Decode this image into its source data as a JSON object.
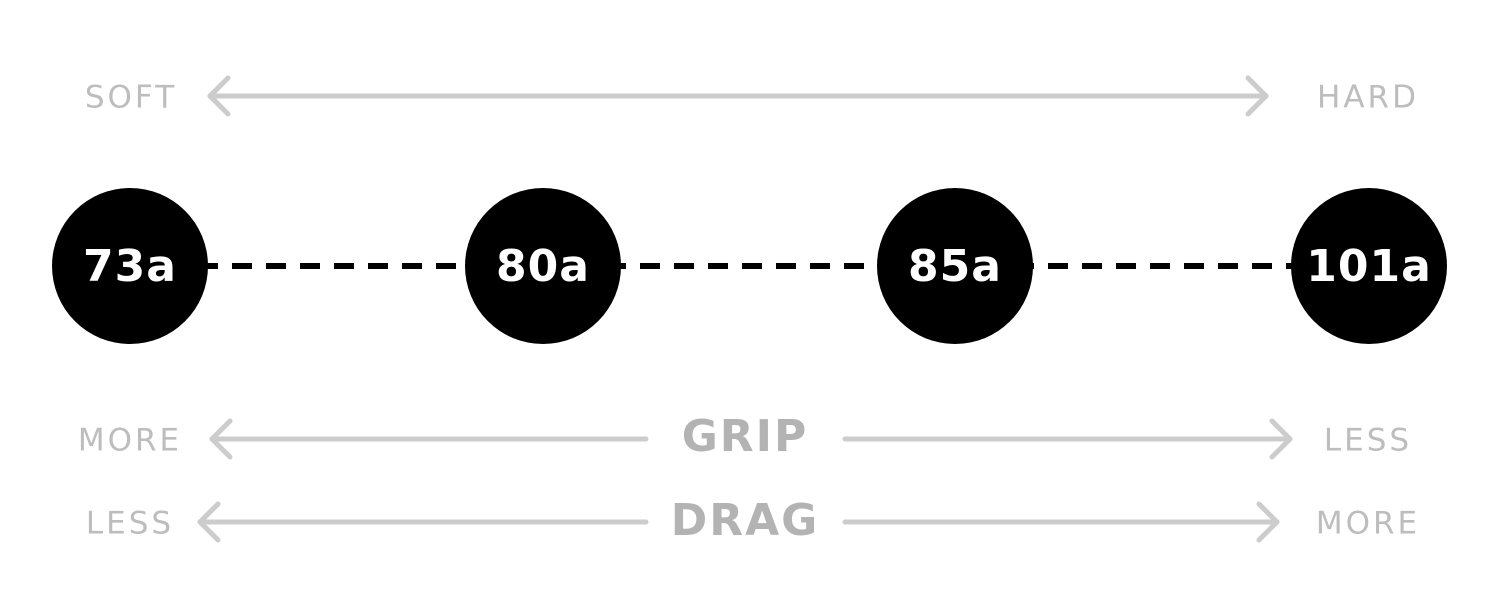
{
  "hardness_scale": {
    "left_label": "SOFT",
    "right_label": "HARD"
  },
  "nodes": [
    {
      "label": "73a"
    },
    {
      "label": "80a"
    },
    {
      "label": "85a"
    },
    {
      "label": "101a"
    }
  ],
  "grip": {
    "title": "GRIP",
    "left_label": "MORE",
    "right_label": "LESS"
  },
  "drag": {
    "title": "DRAG",
    "left_label": "LESS",
    "right_label": "MORE"
  },
  "colors": {
    "node_fill": "#000000",
    "node_text": "#ffffff",
    "connector": "#000000",
    "arrow": "#cccccc",
    "label": "#bdbdbd"
  }
}
